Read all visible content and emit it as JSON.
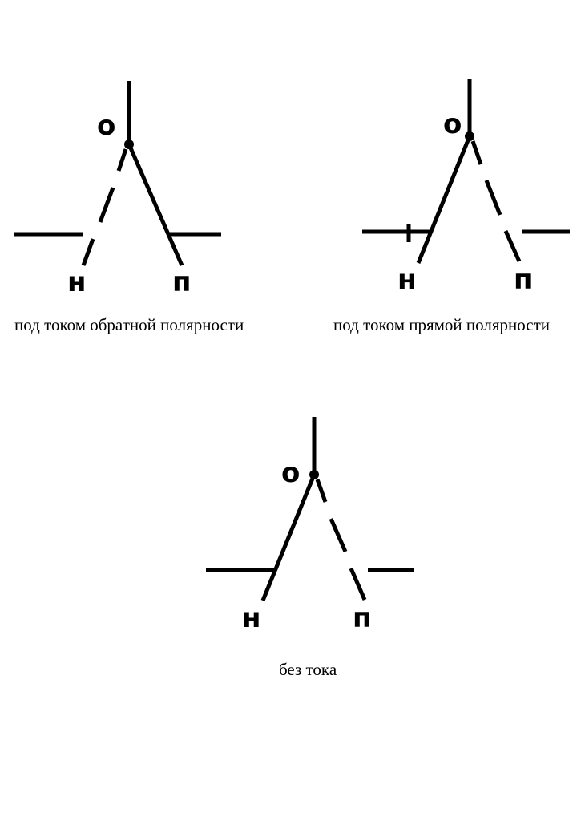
{
  "diagrams": [
    {
      "node_top_label": "о",
      "node_left_label": "н",
      "node_right_label": "п",
      "caption": "под током обратной полярности"
    },
    {
      "node_top_label": "о",
      "node_left_label": "н",
      "node_right_label": "п",
      "caption": "под током прямой полярности"
    },
    {
      "node_top_label": "о",
      "node_left_label": "н",
      "node_right_label": "п",
      "caption": "без тока"
    }
  ],
  "colors": {
    "stroke": "#000000",
    "background": "#ffffff"
  }
}
